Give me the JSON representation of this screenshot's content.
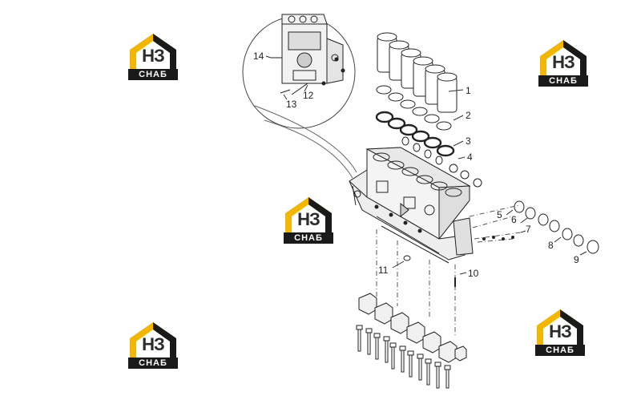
{
  "logo": {
    "letters": "НЗ",
    "plate": "СНАБ",
    "accent_color": "#f2b705",
    "dark_color": "#1a1a1a"
  },
  "callouts": {
    "c1": "1",
    "c2": "2",
    "c3": "3",
    "c4": "4",
    "c5": "5",
    "c6": "6",
    "c7": "7",
    "c8": "8",
    "c9": "9",
    "c10": "10",
    "c11": "11",
    "c12": "12",
    "c13": "13",
    "c14": "14"
  },
  "icons": [
    "engine-block",
    "cylinder-liner",
    "o-ring",
    "plug",
    "main-bearing-cap",
    "bolt",
    "watermark-logo"
  ]
}
